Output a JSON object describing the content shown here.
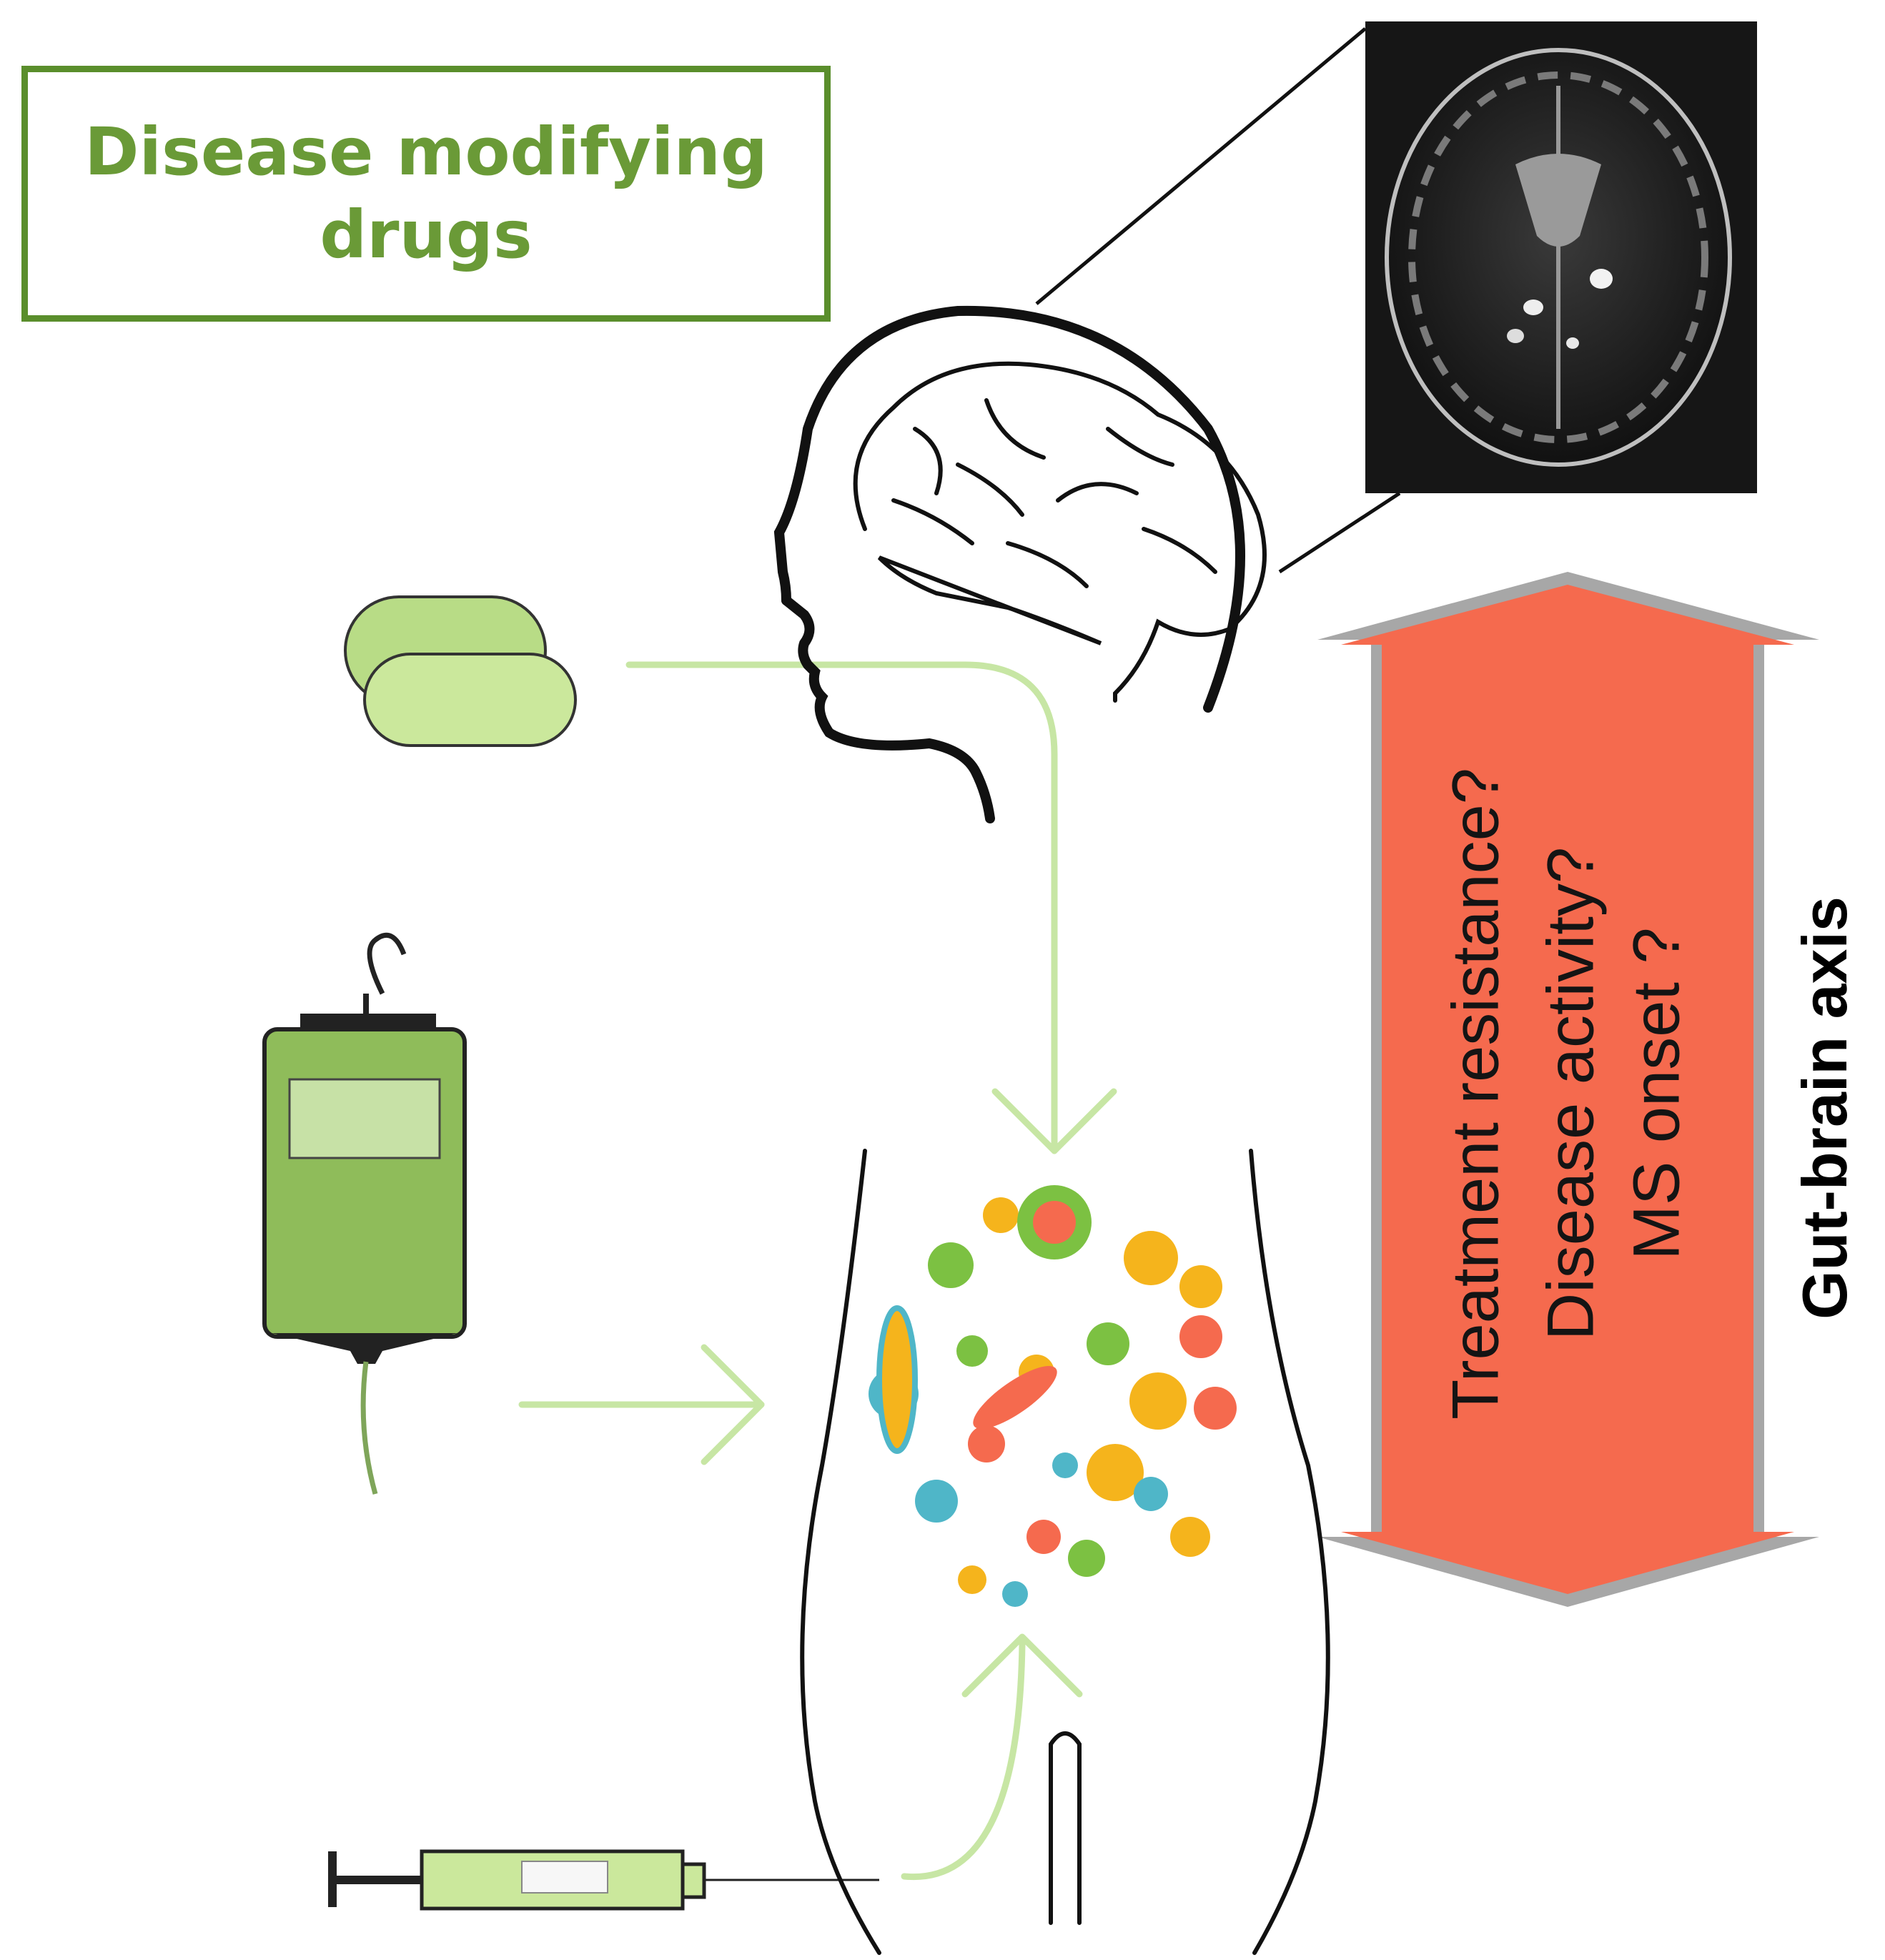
{
  "title": {
    "line1": "Disease modifying",
    "line2": "drugs"
  },
  "arrow_questions": [
    "Treatment resistance?",
    "Disease activity?",
    "MS onset ?"
  ],
  "axis_label": "Gut-brain axis",
  "colors": {
    "title_green": "#6a9a37",
    "box_border": "#5a8e2c",
    "double_arrow_fill": "#f56a4e",
    "double_arrow_border": "#a7a7a7",
    "route_arrow": "#c7e6a4",
    "drug_light_green": "#cce99e",
    "iv_bag_green": "#8fbc5a"
  },
  "icons": [
    "pills-icon",
    "iv-bag-icon",
    "syringe-icon",
    "human-head-icon",
    "brain-icon",
    "mri-scan-image",
    "torso-outline-icon",
    "gut-microbiome-icon"
  ]
}
